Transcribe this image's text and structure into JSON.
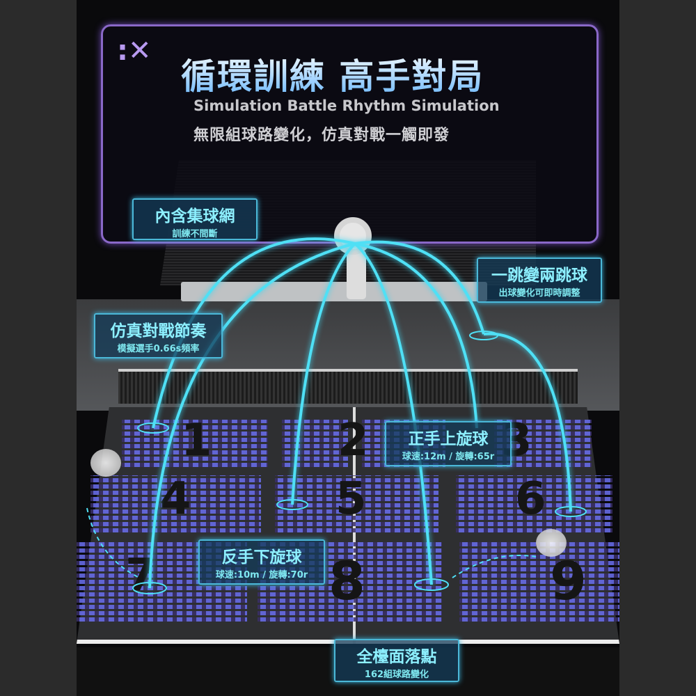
{
  "header": {
    "title": "循環訓練 高手對局",
    "subtitle": "Simulation Battle Rhythm Simulation",
    "tagline": "無限組球路變化，仿真對戰一觸即發",
    "logo_icon": "x-logo-icon"
  },
  "callouts": [
    {
      "title": "內含集球網",
      "sub": "訓練不間斷"
    },
    {
      "title": "一跳變兩跳球",
      "sub": "出球變化可即時調整"
    },
    {
      "title": "仿真對戰節奏",
      "sub": "模擬選手0.66s頻率"
    },
    {
      "title": "正手上旋球",
      "sub": "球速:12m / 旋轉:65r"
    },
    {
      "title": "反手下旋球",
      "sub": "球速:10m / 旋轉:70r"
    },
    {
      "title": "全檯面落點",
      "sub": "162組球路變化"
    }
  ],
  "zones": [
    "1",
    "2",
    "3",
    "4",
    "5",
    "6",
    "7",
    "8",
    "9"
  ],
  "colors": {
    "accent": "#3fd6f0",
    "frame": "#8a68c8",
    "zone": "#6b6ff0"
  }
}
